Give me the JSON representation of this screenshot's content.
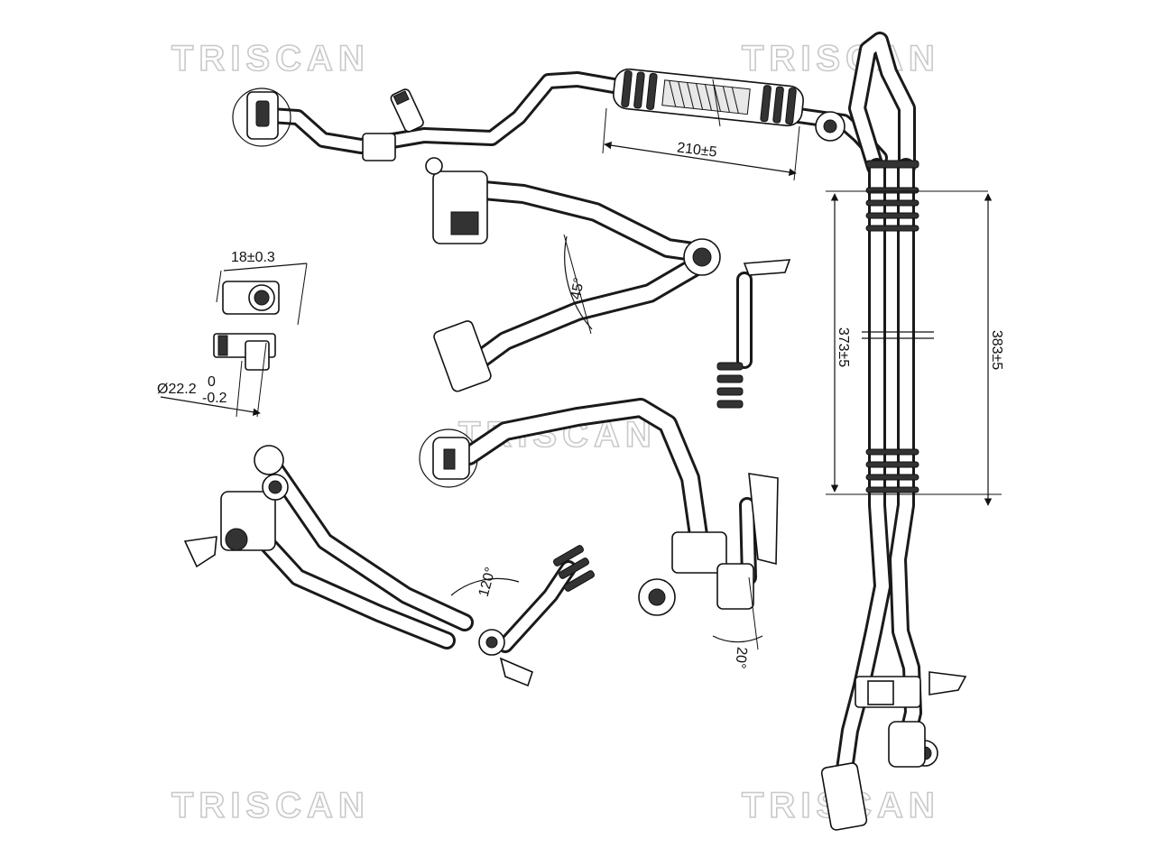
{
  "watermark": "TRISCAN",
  "dimensions": {
    "top_length": "210±5",
    "height_a": "373±5",
    "height_b": "383±5",
    "fitting_width": "18±0.3",
    "diameter_main": "Ø22.2",
    "diameter_upper": "0",
    "diameter_lower": "-0.2",
    "angle_upper": "45°",
    "angle_lower_left": "120°",
    "angle_lower_right": "20°"
  }
}
